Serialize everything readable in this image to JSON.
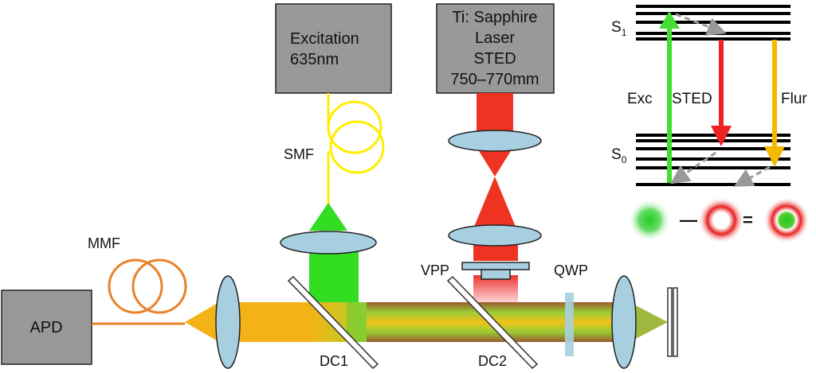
{
  "boxes": {
    "excitation_line1": "Excitation",
    "excitation_line2": "635nm",
    "laser_line1": "Ti: Sapphire",
    "laser_line2": "Laser",
    "laser_line3": "STED",
    "laser_line4": "750–770mm",
    "apd": "APD"
  },
  "labels": {
    "smf": "SMF",
    "mmf": "MMF",
    "vpp": "VPP",
    "qwp": "QWP",
    "dc1": "DC1",
    "dc2": "DC2"
  },
  "energy": {
    "s1_base": "S",
    "s1_sub": "1",
    "s0_base": "S",
    "s0_sub": "0",
    "exc": "Exc",
    "sted": "STED",
    "flur": "Flur"
  },
  "psf_equation": {
    "minus": "—",
    "equals": "="
  },
  "colors": {
    "excitation": "#33dd22",
    "sted": "#ee2222",
    "fluorescence": "#f5b800",
    "box_fill": "#999999",
    "lens_fill": "#a8cfe0",
    "fiber_yellow": "#ffee00",
    "fiber_orange": "#e8822a"
  },
  "icons": [
    "optical-lens-icon",
    "dichroic-mirror-icon",
    "fiber-coil-icon",
    "mirror-icon",
    "phase-plate-icon"
  ]
}
